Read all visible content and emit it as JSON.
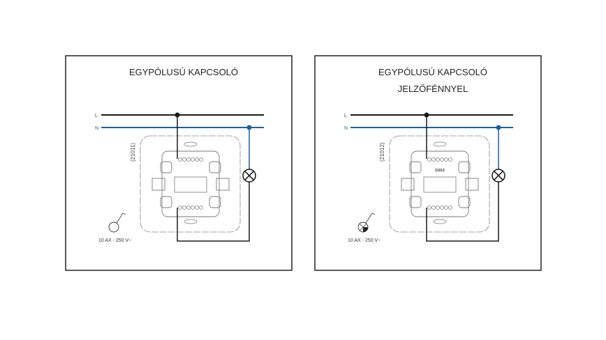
{
  "colors": {
    "line_L": "#1a1a1a",
    "line_N": "#1f5f9e",
    "frame": "#222222",
    "device": "#777777"
  },
  "panels": [
    {
      "title_lines": [
        "EGYPÓLUSÚ KAPCSOLÓ"
      ],
      "label_L": "L",
      "label_N": "N",
      "code": "(21011)",
      "rating": "10 AX - 250 V~",
      "indicator": false
    },
    {
      "title_lines": [
        "EGYPÓLUSÚ KAPCSOLÓ",
        "JELZŐFÉNNYEL"
      ],
      "label_L": "L",
      "label_N": "N",
      "code": "(21012)",
      "device_label": "21012",
      "rating": "10 AX - 250 V~",
      "indicator": true
    }
  ]
}
